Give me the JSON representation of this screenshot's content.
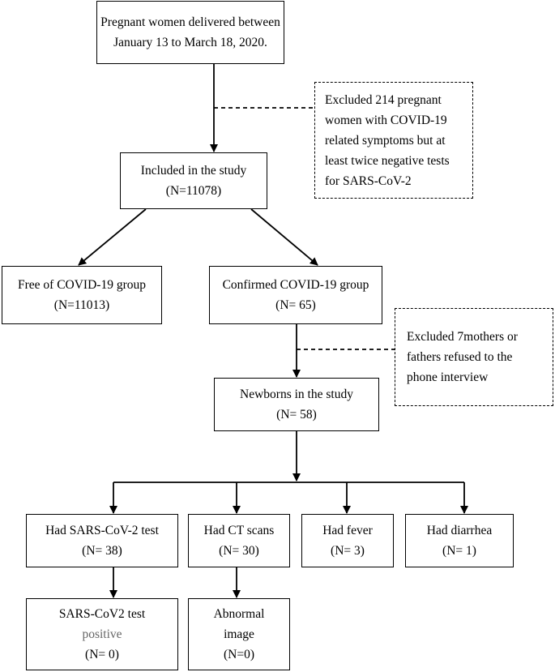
{
  "nodes": {
    "pregnant_women": {
      "lines": [
        "Pregnant women delivered between",
        "January 13 to March 18, 2020."
      ]
    },
    "excluded_214": {
      "lines": [
        "Excluded 214 pregnant",
        "women with COVID-19",
        "related symptoms but at",
        "least twice negative tests",
        "for SARS-CoV-2"
      ]
    },
    "included": {
      "lines": [
        "Included in the study",
        "(N=11078)"
      ]
    },
    "free_group": {
      "lines": [
        "Free of COVID-19 group",
        "(N=11013)"
      ]
    },
    "confirmed_group": {
      "lines": [
        "Confirmed COVID-19 group",
        "(N= 65)"
      ]
    },
    "excluded_7": {
      "lines": [
        "Excluded 7mothers or",
        "fathers refused to the",
        "phone interview"
      ]
    },
    "newborns": {
      "lines": [
        "Newborns in the study",
        "(N= 58)"
      ]
    },
    "sars_test": {
      "lines": [
        "Had SARS-CoV-2 test",
        "(N= 38)"
      ]
    },
    "ct_scans": {
      "lines": [
        "Had CT scans",
        "(N= 30)"
      ]
    },
    "fever": {
      "lines": [
        "Had fever",
        "(N= 3)"
      ]
    },
    "diarrhea": {
      "lines": [
        "Had diarrhea",
        "(N= 1)"
      ]
    },
    "sars_positive": {
      "lines": [
        "SARS-CoV2 test",
        "positive",
        "(N= 0)"
      ]
    },
    "abnormal_image": {
      "lines": [
        "Abnormal",
        "image",
        "(N=0)"
      ]
    }
  }
}
